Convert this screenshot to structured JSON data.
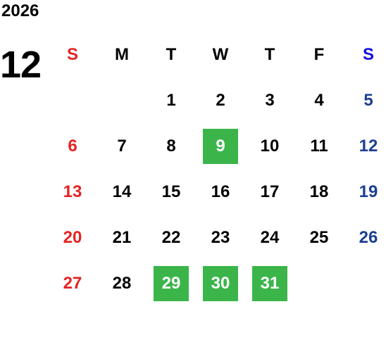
{
  "year": "2026",
  "month": "12",
  "colors": {
    "sunday": "#e52222",
    "saturday_header": "#1010e0",
    "saturday_date": "#1c3f91",
    "weekday": "#000000",
    "highlight_bg": "#3bb54a",
    "highlight_text": "#ffffff"
  },
  "weekdays": [
    "S",
    "M",
    "T",
    "W",
    "T",
    "F",
    "S"
  ],
  "weeks": [
    [
      "",
      "",
      "1",
      "2",
      "3",
      "4",
      "5"
    ],
    [
      "6",
      "7",
      "8",
      "9",
      "10",
      "11",
      "12"
    ],
    [
      "13",
      "14",
      "15",
      "16",
      "17",
      "18",
      "19"
    ],
    [
      "20",
      "21",
      "22",
      "23",
      "24",
      "25",
      "26"
    ],
    [
      "27",
      "28",
      "29",
      "30",
      "31",
      "",
      ""
    ]
  ],
  "highlighted_days": [
    "9",
    "29",
    "30",
    "31"
  ]
}
